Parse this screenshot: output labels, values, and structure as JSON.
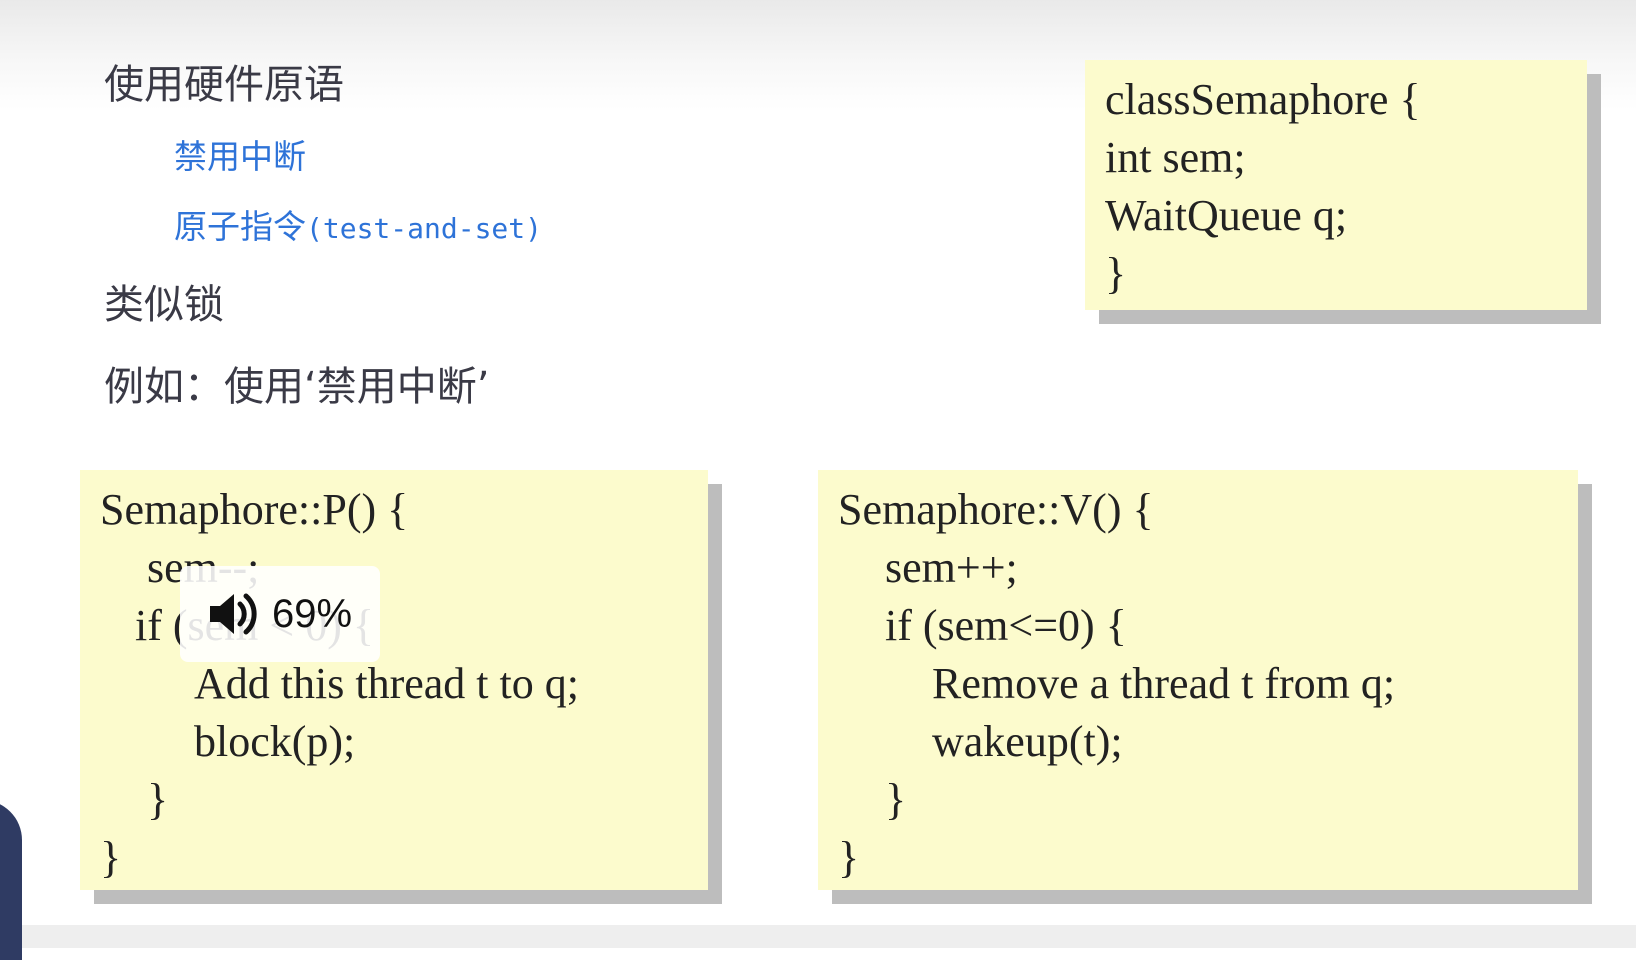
{
  "bullets": {
    "hardware_primitives": "使用硬件原语",
    "disable_interrupt": "禁用中断",
    "atomic_prefix": "原子指令",
    "atomic_suffix": "(test-and-set)",
    "lock_like": "类似锁",
    "example": "例如：使用‘禁用中断’"
  },
  "class_box": {
    "lines": [
      "classSemaphore {",
      "int sem;",
      "WaitQueue q;",
      "}"
    ]
  },
  "p_box": {
    "lines": [
      "Semaphore::P() {",
      "sem--;",
      "if (sem < 0) {",
      "Add this thread t to q;",
      "block(p);",
      "}",
      "}"
    ]
  },
  "v_box": {
    "lines": [
      "Semaphore::V() {",
      "sem++;",
      "if (sem<=0) {",
      "Remove a thread t from q;",
      "wakeup(t);",
      "}",
      "}"
    ]
  },
  "volume": {
    "icon": "speaker-icon",
    "label": "69%"
  }
}
